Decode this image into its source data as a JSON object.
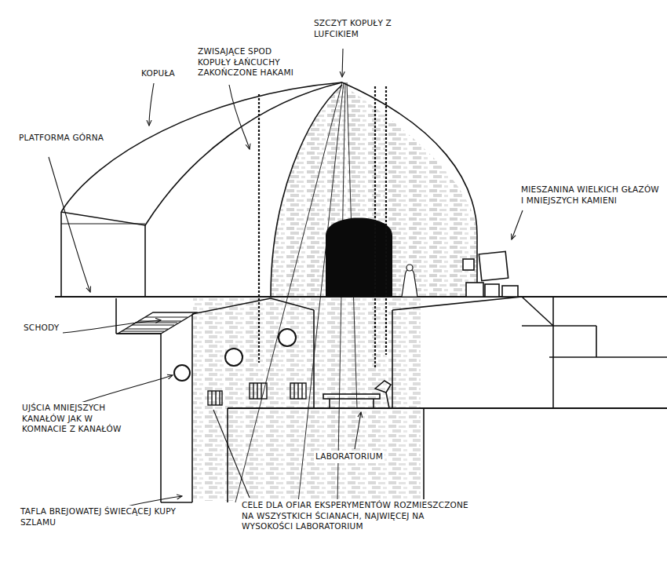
{
  "diagram": {
    "labels": [
      "SZCZYT KOPUŁY Z LUFCIKIEM",
      "KOPUŁA",
      "ZWISAJĄCE SPOD KOPUŁY ŁAŃCUCHY ZAKOŃCZONE HAKAMI",
      "PLATFORMA GÓRNA",
      "MIESZANINA WIELKICH GŁAZÓW I MNIEJSZYCH KAMIENI",
      "SCHODY",
      "UJŚCIA MNIEJSZYCH KANAŁÓW JAK W KOMNACIE Z KANAŁÓW",
      "LABORATORIUM",
      "TAFLA BREJOWATEJ ŚWIECĄCEJ KUPY SZLAMU",
      "CELE DLA OFIAR EKSPERYMENTÓW ROZMIESZCZONE NA WSZYSTKICH ŚCIANACH, NAJWIĘCEJ NA WYSOKOŚCI LABORATORIUM"
    ]
  }
}
